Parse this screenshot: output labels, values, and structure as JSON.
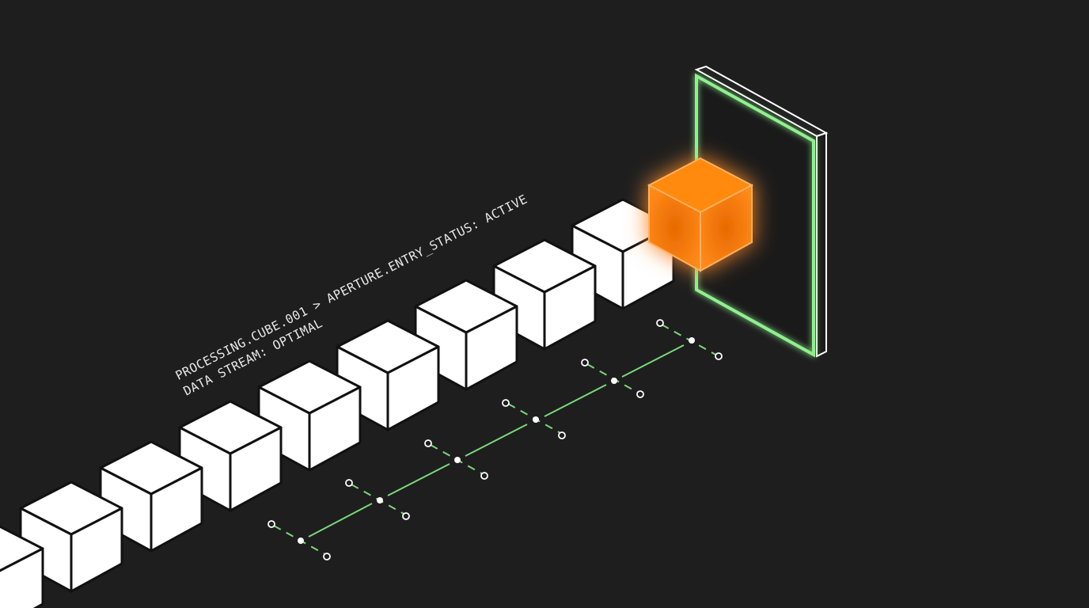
{
  "scene": {
    "background": "#1e1e1e",
    "caption": {
      "line1": "PROCESSING.CUBE.001 > APERTURE.ENTRY_STATUS: ACTIVE",
      "line2": "DATA STREAM: OPTIMAL"
    },
    "colors": {
      "cube_fill": "#ffffff",
      "cube_stroke": "#111111",
      "active_cube": "#ff7a00",
      "aperture_frame": "#8ff08f",
      "node_line": "#7bd87b"
    },
    "cube_count": 9,
    "active_cube_label": "CUBE.001",
    "aperture_status": "ACTIVE"
  }
}
